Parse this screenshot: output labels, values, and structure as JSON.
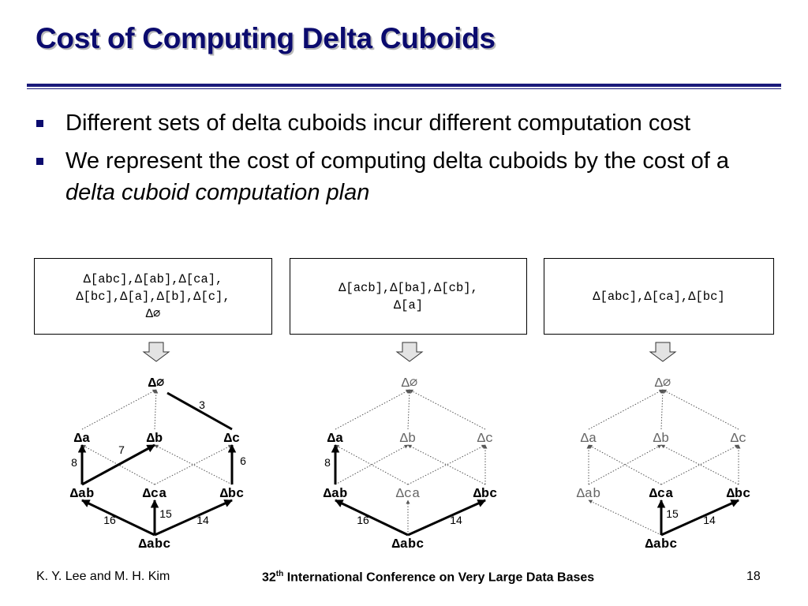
{
  "slide": {
    "title": "Cost of Computing Delta Cuboids",
    "bullets": [
      {
        "text": "Different sets of delta cuboids incur different computation cost"
      },
      {
        "text_before": "We represent the cost of computing delta cuboids by the cost of a ",
        "text_italic": "delta cuboid computation plan"
      }
    ]
  },
  "panels": [
    {
      "box_text": "Δ[abc],Δ[ab],Δ[ca],\nΔ[bc],Δ[a],Δ[b],Δ[c],\nΔ∅",
      "nodes": {
        "empty": {
          "label": "Δ∅",
          "style": "bold"
        },
        "a": {
          "label": "Δa",
          "style": "bold"
        },
        "b": {
          "label": "Δb",
          "style": "bold"
        },
        "c": {
          "label": "Δc",
          "style": "bold"
        },
        "ab": {
          "label": "Δab",
          "style": "bold"
        },
        "ca": {
          "label": "Δca",
          "style": "bold"
        },
        "bc": {
          "label": "Δbc",
          "style": "bold"
        },
        "abc": {
          "label": "Δabc",
          "style": "bold"
        }
      },
      "plan_edges": [
        {
          "from": "abc",
          "to": "ab",
          "cost": "16"
        },
        {
          "from": "abc",
          "to": "ca",
          "cost": "15"
        },
        {
          "from": "abc",
          "to": "bc",
          "cost": "14"
        },
        {
          "from": "ab",
          "to": "a",
          "cost": "8"
        },
        {
          "from": "ab",
          "to": "b",
          "cost": "7"
        },
        {
          "from": "bc",
          "to": "c",
          "cost": "6"
        },
        {
          "from": "c",
          "to": "empty",
          "cost": "3"
        }
      ]
    },
    {
      "box_text": "Δ[acb],Δ[ba],Δ[cb],\nΔ[a]",
      "nodes": {
        "empty": {
          "label": "Δ∅",
          "style": "light"
        },
        "a": {
          "label": "Δa",
          "style": "bold"
        },
        "b": {
          "label": "Δb",
          "style": "light"
        },
        "c": {
          "label": "Δc",
          "style": "light"
        },
        "ab": {
          "label": "Δab",
          "style": "bold"
        },
        "ca": {
          "label": "Δca",
          "style": "light"
        },
        "bc": {
          "label": "Δbc",
          "style": "bold"
        },
        "abc": {
          "label": "Δabc",
          "style": "bold"
        }
      },
      "plan_edges": [
        {
          "from": "abc",
          "to": "ab",
          "cost": "16"
        },
        {
          "from": "abc",
          "to": "bc",
          "cost": "14"
        },
        {
          "from": "ab",
          "to": "a",
          "cost": "8"
        }
      ]
    },
    {
      "box_text": "Δ[abc],Δ[ca],Δ[bc]",
      "nodes": {
        "empty": {
          "label": "Δ∅",
          "style": "light"
        },
        "a": {
          "label": "Δa",
          "style": "light"
        },
        "b": {
          "label": "Δb",
          "style": "light"
        },
        "c": {
          "label": "Δc",
          "style": "light"
        },
        "ab": {
          "label": "Δab",
          "style": "light"
        },
        "ca": {
          "label": "Δca",
          "style": "bold"
        },
        "bc": {
          "label": "Δbc",
          "style": "bold"
        },
        "abc": {
          "label": "Δabc",
          "style": "bold"
        }
      },
      "plan_edges": [
        {
          "from": "abc",
          "to": "ca",
          "cost": "15"
        },
        {
          "from": "abc",
          "to": "bc",
          "cost": "14"
        }
      ]
    }
  ],
  "lattice_edges": [
    [
      "abc",
      "ab"
    ],
    [
      "abc",
      "ca"
    ],
    [
      "abc",
      "bc"
    ],
    [
      "ab",
      "a"
    ],
    [
      "ab",
      "b"
    ],
    [
      "ca",
      "c"
    ],
    [
      "ca",
      "a"
    ],
    [
      "bc",
      "b"
    ],
    [
      "bc",
      "c"
    ],
    [
      "a",
      "empty"
    ],
    [
      "b",
      "empty"
    ],
    [
      "c",
      "empty"
    ]
  ],
  "footer": {
    "authors": "K. Y. Lee and M. H. Kim",
    "conf_prefix": "32",
    "conf_sup": "th",
    "conf_rest": " International Conference on Very Large Data Bases",
    "page": "18"
  },
  "colors": {
    "title": "#0b0b6e",
    "rule": "#1a1a7a",
    "plan_edge": "#000000",
    "lattice_edge": "#555555",
    "light_text": "#666666",
    "arrow_fill": "#e3e3e3"
  }
}
